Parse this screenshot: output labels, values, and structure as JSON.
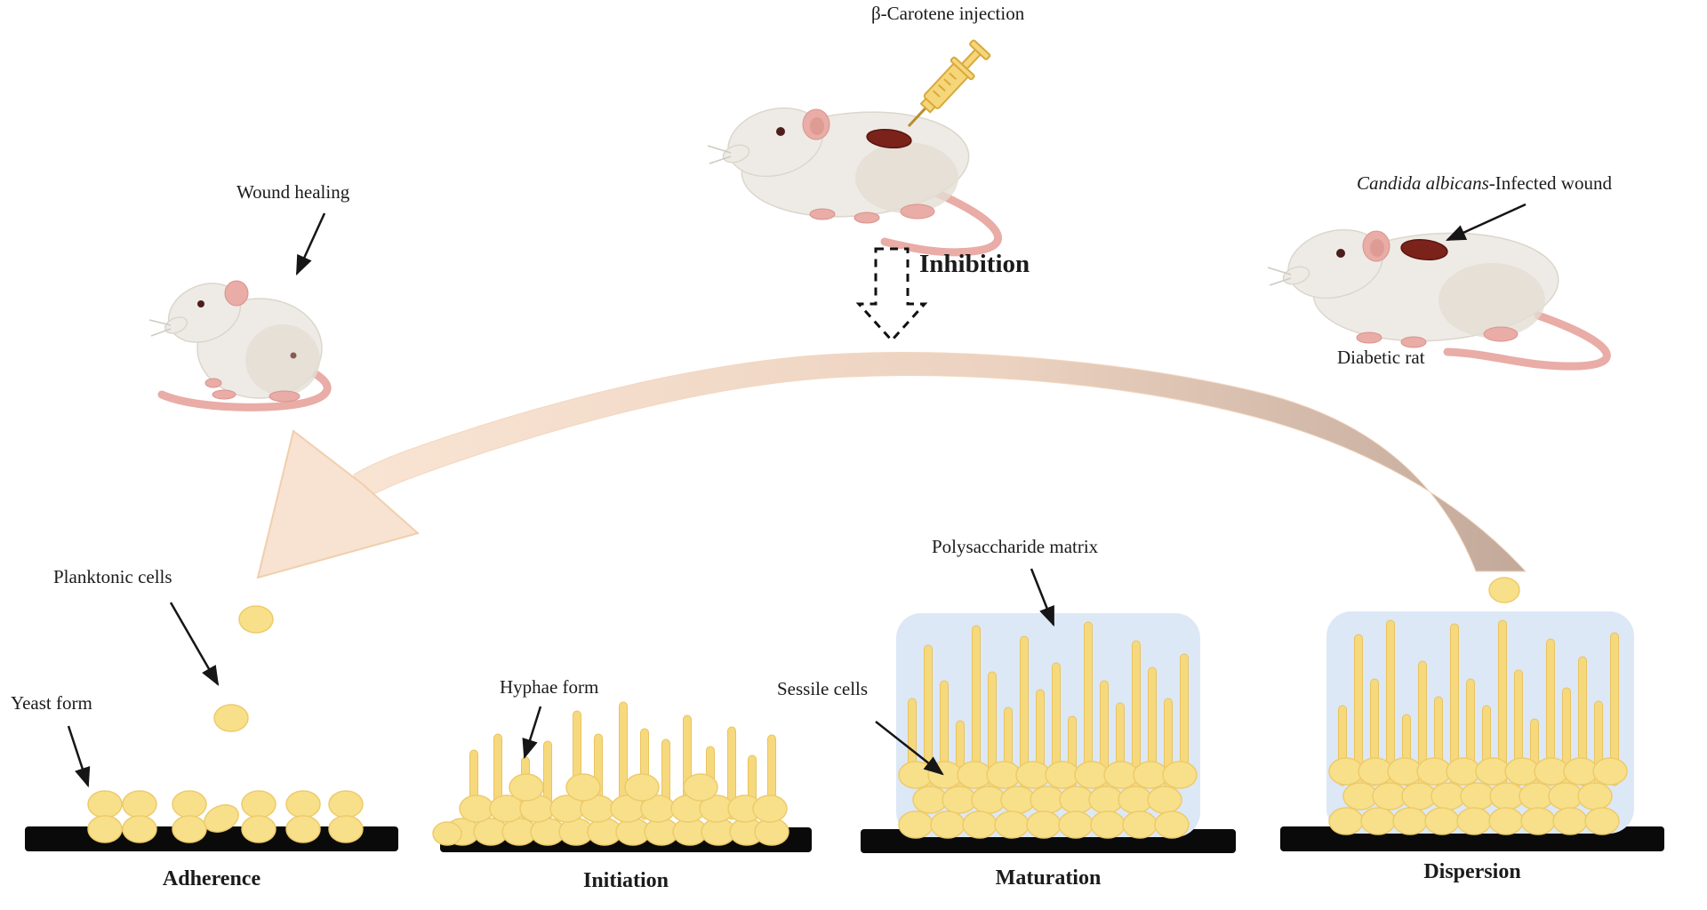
{
  "figure": {
    "top": {
      "injection_label": "β-Carotene injection",
      "inhibition_label": "Inhibition",
      "wound_healing_label": "Wound healing",
      "infected_wound_italic": "Candida albicans",
      "infected_wound_rest": "-Infected wound",
      "diabetic_rat_label": "Diabetic rat"
    },
    "annotations": {
      "planktonic_cells": "Planktonic cells",
      "yeast_form": "Yeast form",
      "hyphae_form": "Hyphae form",
      "polysaccharide_matrix": "Polysaccharide matrix",
      "sessile_cells": "Sessile cells"
    },
    "stages": [
      {
        "label": "Adherence"
      },
      {
        "label": "Initiation"
      },
      {
        "label": "Maturation"
      },
      {
        "label": "Dispersion"
      }
    ],
    "colors": {
      "cell_fill": "#f8e08a",
      "cell_stroke": "#edcb6b",
      "hypha_fill": "#f6d97d",
      "hypha_stroke": "#e9c35f",
      "matrix_fill": "#dce8f6",
      "substrate": "#0a0a0a",
      "band_start": "#f9e4d3",
      "band_end": "#c2a99a",
      "band_head": "#f8e2d1",
      "rat_body": "#eeebe6",
      "rat_shade": "#e3ddd3",
      "rat_pink": "#e9aca6",
      "wound": "#7b231b",
      "syringe_fill": "#f5d678",
      "syringe_stroke": "#d9a93e",
      "text": "#1b1b1b"
    }
  }
}
